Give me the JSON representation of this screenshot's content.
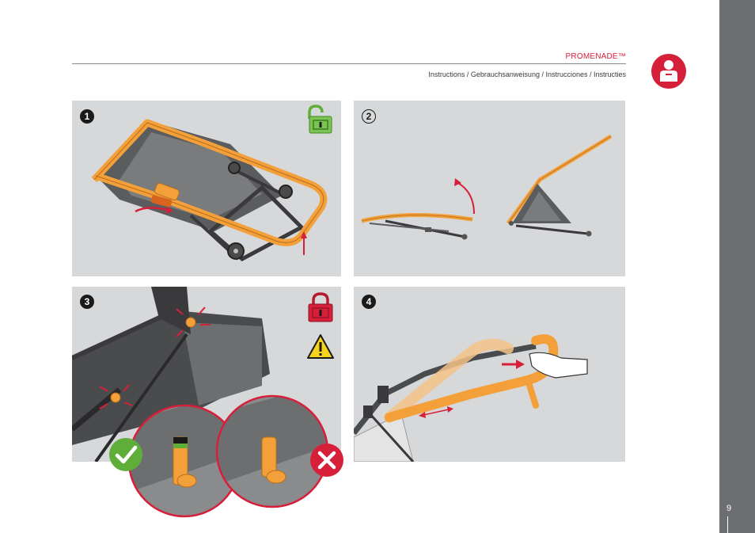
{
  "header": {
    "brand": "PROMENADE™",
    "subtitle": "Instructions / Gebrauchsanweisung / Instrucciones / Instructies"
  },
  "footer": {
    "page_number": "9"
  },
  "steps": [
    {
      "number": "1",
      "icon": "unlock-icon"
    },
    {
      "number": "2"
    },
    {
      "number": "3",
      "icon": "lock-icon",
      "warning": "warning-icon"
    },
    {
      "number": "4"
    }
  ],
  "colors": {
    "accent_red": "#d6203a",
    "frame_orange": "#f3a03a",
    "panel_gray": "#d7d8da",
    "sidebar_gray": "#6d6e70",
    "ok_green": "#5fae3a",
    "unlock_green": "#7cc452"
  },
  "checks": {
    "correct": "check-icon",
    "incorrect": "cross-icon"
  }
}
